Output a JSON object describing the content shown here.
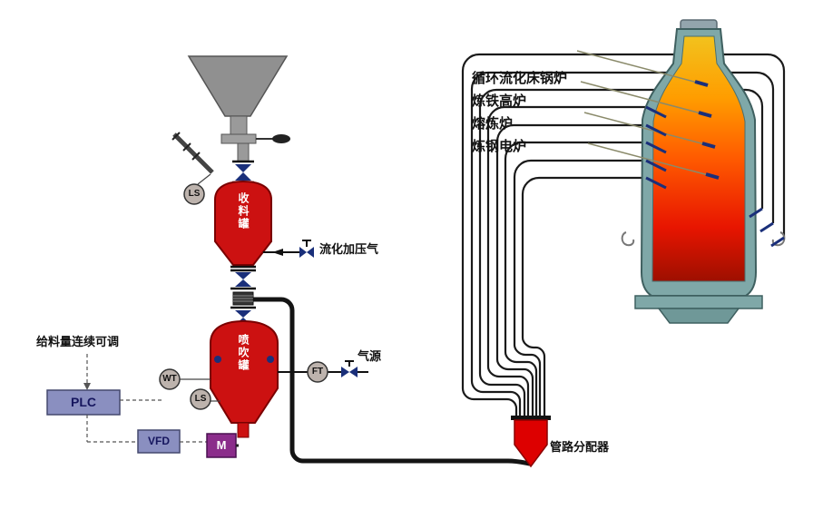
{
  "diagram": {
    "feed_system": {
      "receiving_tank_label": "收料罐",
      "injection_tank_label": "喷吹罐",
      "sensor_ls_top": "LS",
      "sensor_ls_bottom": "LS",
      "sensor_wt": "WT",
      "sensor_ft": "FT",
      "plc_label": "PLC",
      "vfd_label": "VFD",
      "motor_label": "M",
      "feed_note": "给料量连续可调",
      "fluidizing_gas_label": "流化加压气",
      "gas_source_label": "气源"
    },
    "distributor_label": "管路分配器",
    "applications": [
      {
        "label": "循环流化床锅炉"
      },
      {
        "label": "炼铁高炉"
      },
      {
        "label": "熔炼炉"
      },
      {
        "label": "炼钢电炉"
      }
    ],
    "colors": {
      "vessel_red": "#cc1111",
      "valve_navy": "#1a2f7a",
      "hopper_gray": "#909090",
      "control_box": "#8a8fc0",
      "motor_purple": "#8b2d8b",
      "furnace_shell": "#7fa8a8",
      "fire_top": "#f2c21d",
      "fire_bottom": "#9d0f00",
      "distributor_red": "#dd0000",
      "pipe_black": "#1a1a1a"
    }
  }
}
